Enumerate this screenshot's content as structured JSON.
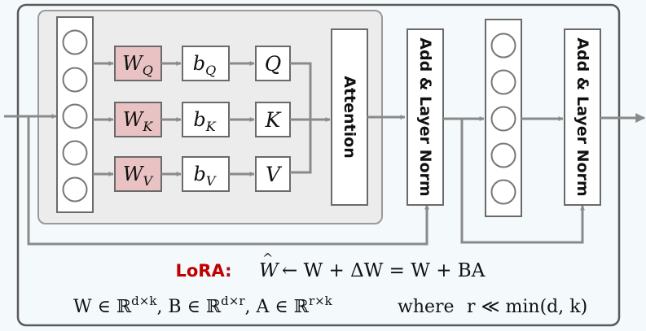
{
  "blocks": {
    "wq": {
      "main": "W",
      "sub": "Q"
    },
    "wk": {
      "main": "W",
      "sub": "K"
    },
    "wv": {
      "main": "W",
      "sub": "V"
    },
    "bq": {
      "main": "b",
      "sub": "Q"
    },
    "bk": {
      "main": "b",
      "sub": "K"
    },
    "bv": {
      "main": "b",
      "sub": "V"
    },
    "q": "Q",
    "k": "K",
    "v": "V",
    "attention": "Attention",
    "add_norm_1": "Add & Layer Norm",
    "add_norm_2": "Add & Layer Norm"
  },
  "lora": {
    "label": "LoRA:",
    "w_hat": "W",
    "hat": "^",
    "equation": "← W + ΔW = W + BA"
  },
  "constraint": {
    "w": "W ∈ ℝ",
    "w_sup": "d×k",
    "b": ", B ∈ ℝ",
    "b_sup": "d×r",
    "a": ", A ∈ ℝ",
    "a_sup": "r×k",
    "where": "where",
    "condition": "r ≪ min(d, k)"
  },
  "colors": {
    "outline": "#666666",
    "panel_fill": "#ececec",
    "weight_fill": "#e9c3c3",
    "lora_red": "#c00000"
  }
}
